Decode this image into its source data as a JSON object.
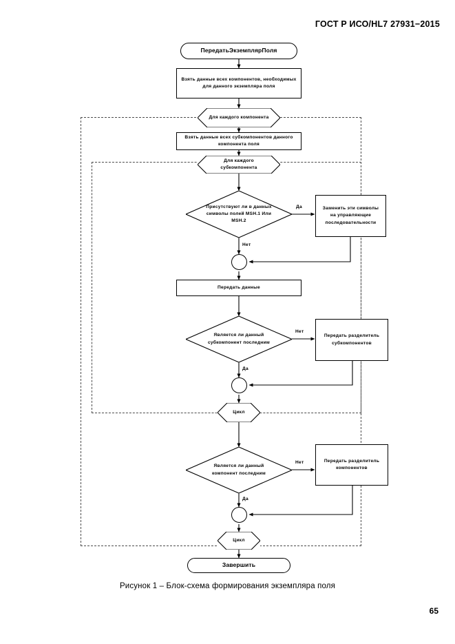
{
  "document": {
    "header": "ГОСТ Р ИСО/HL7 27931−2015",
    "caption": "Рисунок 1 –  Блок-схема формирования экземпляра поля",
    "page_number": "65"
  },
  "colors": {
    "stroke": "#000000",
    "loop_frame": "#4a4a4a",
    "background": "#ffffff"
  },
  "diagram": {
    "type": "flowchart",
    "title": "Блок-схема формирования экземпляра поля",
    "nodes": {
      "start": "ПередатьЭкземплярПоля",
      "take_component_data": "Взять данные всех компонентов, необходимых для данного экземпляра поля",
      "loop_each_component": "Для каждого компонента",
      "take_subcomponent_data": "Взять данные всех субкомпонентов данного компонента поля",
      "loop_each_subcomponent": "Для каждого субкомпонента",
      "decision_msh_symbols": "Присутствуют ли в данных символы полей MSH.1 Или MSH.2",
      "replace_symbols": "Заменить эти символы на управляющие последовательности",
      "send_data": "Передать данные",
      "decision_last_subcomponent": "Является ли данный субкомпонент последним",
      "send_subcomponent_separator": "Передать разделитель субкомпонентов",
      "loop_end_subcomponent": "Цикл",
      "decision_last_component": "Является ли данный компонент последним",
      "send_component_separator": "Передать разделитель компонентов",
      "loop_end_component": "Цикл",
      "end": "Завершить"
    },
    "edge_labels": {
      "msh_yes": "Да",
      "msh_no": "Нет",
      "last_subcomponent_no": "Нет",
      "last_subcomponent_yes": "Да",
      "last_component_no": "Нет",
      "last_component_yes": "Да"
    }
  }
}
